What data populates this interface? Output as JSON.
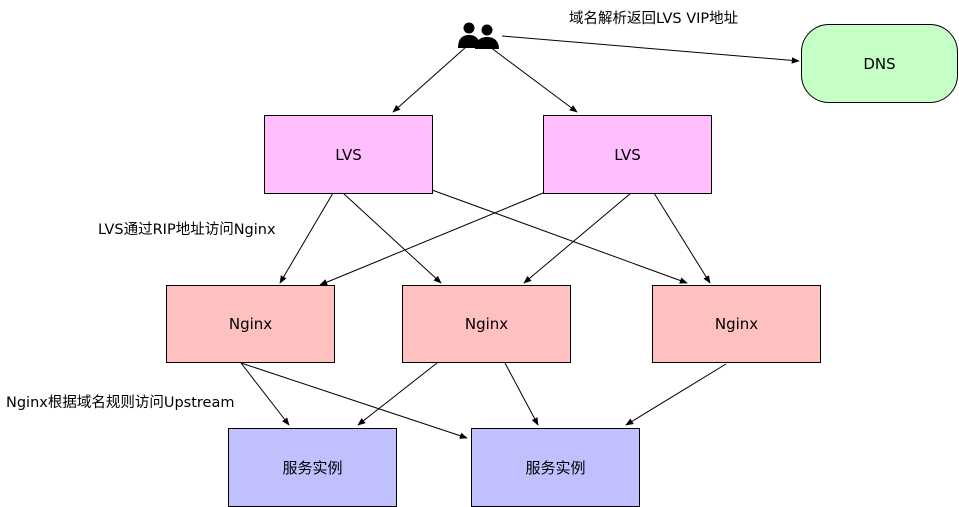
{
  "labels": {
    "dns_resolve": "域名解析返回LVS VIP地址",
    "lvs_to_nginx": "LVS通过RIP地址访问Nginx",
    "nginx_to_upstream": "Nginx根据域名规则访问Upstream"
  },
  "nodes": {
    "dns": "DNS",
    "lvs": [
      "LVS",
      "LVS"
    ],
    "nginx": [
      "Nginx",
      "Nginx",
      "Nginx"
    ],
    "services": [
      "服务实例",
      "服务实例"
    ]
  },
  "icons": {
    "users": "users-icon"
  },
  "colors": {
    "lvs_fill": "#FFBFFF",
    "nginx_fill": "#FFC0C0",
    "service_fill": "#C0C0FF",
    "dns_fill": "#C6FFC6",
    "stroke": "#000000"
  }
}
